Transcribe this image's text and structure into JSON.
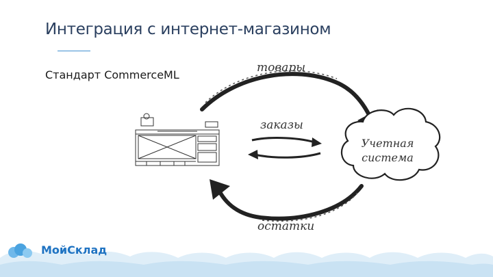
{
  "slide": {
    "title": "Интеграция с интернет-магазином",
    "subtitle": "Стандарт CommerceML"
  },
  "diagram": {
    "labels": {
      "goods": "товары",
      "orders": "заказы",
      "stock": "остатки"
    },
    "cloud": {
      "line1": "Учетная",
      "line2": "система"
    }
  },
  "footer": {
    "logo": "МойСклад"
  },
  "colors": {
    "title": "#2a3f5f",
    "accent": "#3f8fd1",
    "logo": "#1f73c2",
    "footer_cloud": "#dfeef8",
    "ink": "#222222"
  },
  "icons": [
    "webshop-sketch-icon",
    "cloud-icon",
    "arrow-icon",
    "logo-cloud-icon"
  ]
}
